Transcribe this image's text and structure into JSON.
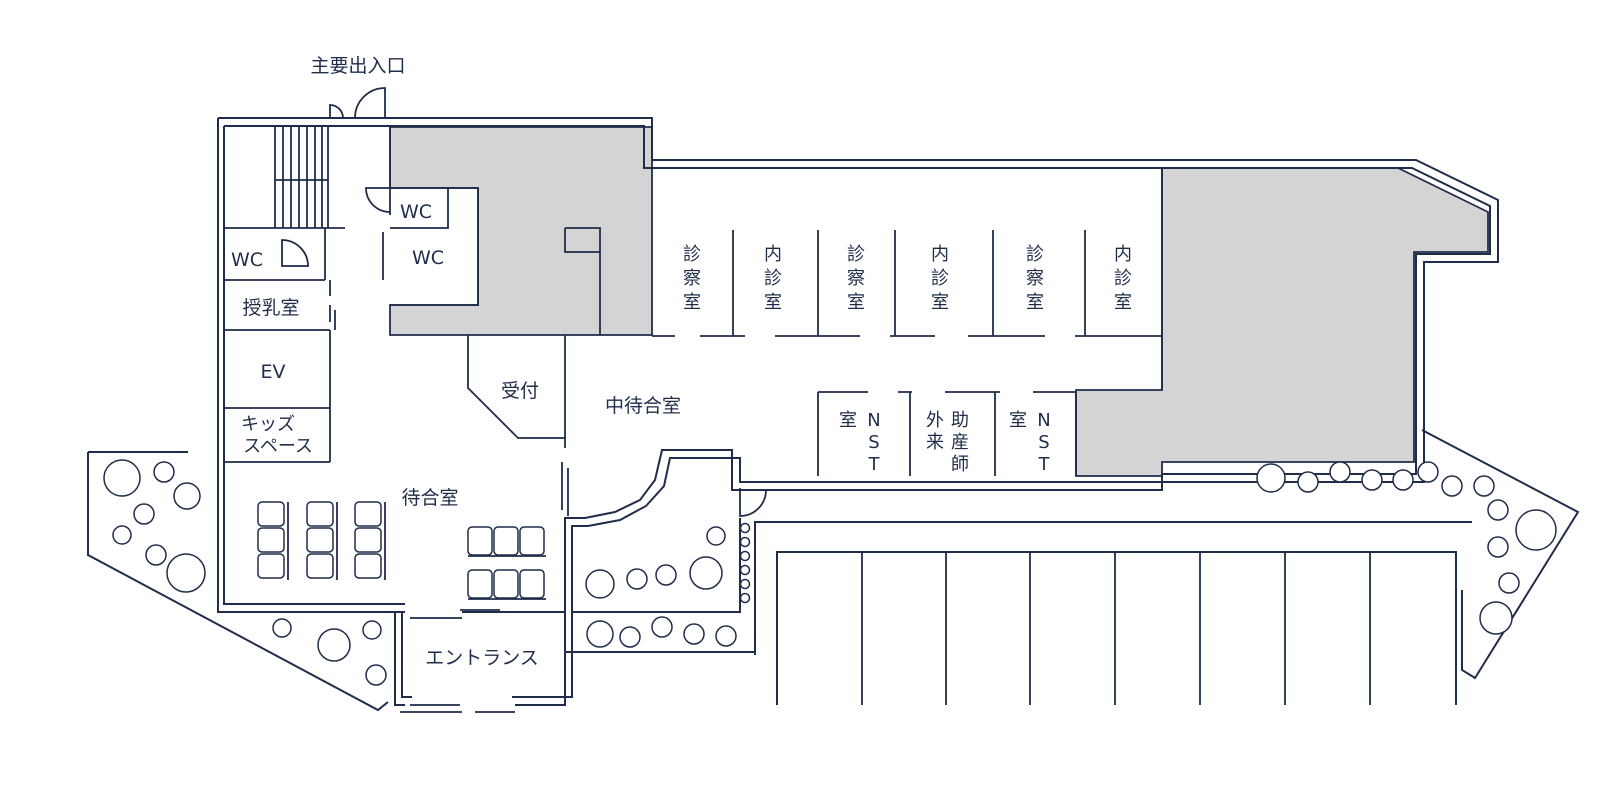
{
  "labels": {
    "main_entrance": "主要出入口",
    "wc_left": "WC",
    "wc_upper": "WC",
    "wc_lower": "WC",
    "nursing_room": "授乳室",
    "ev": "EV",
    "kids_line1": "キッズ",
    "kids_line2": "スペース",
    "reception": "受付",
    "middle_waiting": "中待合室",
    "waiting": "待合室",
    "entrance": "エントランス"
  },
  "exam_rooms": [
    {
      "label": "診察室"
    },
    {
      "label": "内診室"
    },
    {
      "label": "診察室"
    },
    {
      "label": "内診室"
    },
    {
      "label": "診察室"
    },
    {
      "label": "内診室"
    }
  ],
  "small_rooms": [
    {
      "col1": "室",
      "col2": "NST"
    },
    {
      "col1": "外来",
      "col2": "助産師"
    },
    {
      "col1": "室",
      "col2": "NST"
    }
  ],
  "colors": {
    "line": "#1f2d4a",
    "shaded_area": "#d4d4d4",
    "background": "#ffffff"
  }
}
